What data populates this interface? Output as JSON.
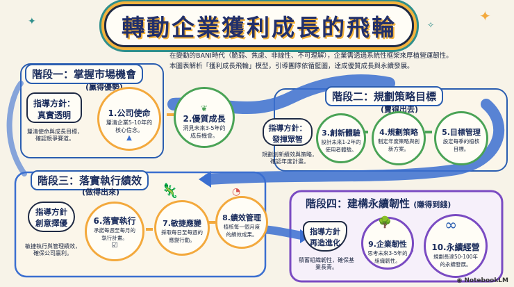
{
  "title": "轉動企業獲利成長的飛輪",
  "intro": {
    "line1": "在變動的BANI時代（脆弱、焦慮、非線性、不可理解），企業需透過系統性框架來厚植營運韌性。",
    "line2": "本圖表解析「獲利成長飛輪」模型，引導團隊依循藍圖，達成優質成長與永續發展。"
  },
  "stages": [
    {
      "title": "階段一：掌握市場機會",
      "subtitle": "(贏得優勢)"
    },
    {
      "title": "階段二：規劃策略目標",
      "subtitle": "(賣得出去)"
    },
    {
      "title": "階段三：落實執行績效",
      "subtitle": "(做得出來)"
    },
    {
      "title": "階段四：建構永續韌性",
      "subtitle": "(賺得到錢)"
    }
  ],
  "guides": [
    {
      "line1": "指導方針：",
      "line2": "真實透明",
      "note": "釐清使命與成長目標，確認競爭賽道。"
    },
    {
      "line1": "指導方針：",
      "line2": "發揮眾智",
      "note": "規劃創新績效與策略，確認年度計畫。"
    },
    {
      "line1": "指導方針",
      "line2": "創意擇優",
      "note": "敏捷執行與管理績效，確保公司贏利。"
    },
    {
      "line1": "指導方針",
      "line2": "再造進化",
      "note": "積蓄組織韌性，確保基業長青。"
    }
  ],
  "steps": [
    {
      "title": "1.公司使命",
      "desc": "釐清企業5-10年的核心信念。"
    },
    {
      "title": "2.優質成長",
      "desc": "洞見未來3-5年的成長機會。"
    },
    {
      "title": "3.創新體驗",
      "desc": "設計未來1-2年的使用者體驗。"
    },
    {
      "title": "4.規劃策略",
      "desc": "制定年度策略與創新方案。"
    },
    {
      "title": "5.目標管理",
      "desc": "設定每季的植核目標。"
    },
    {
      "title": "6.落實執行",
      "desc": "承諾每週至每月的執行計畫。"
    },
    {
      "title": "7.敏捷應變",
      "desc": "採取每日至每週的應變行動。"
    },
    {
      "title": "8.績效管理",
      "desc": "植核每一個月度的績效成果。"
    },
    {
      "title": "9.企業韌性",
      "desc": "思考未來3-5年的組織韌性。"
    },
    {
      "title": "10.永續經營",
      "desc": "規劃長達50-100年的永續發展。"
    }
  ],
  "logo": "NotebookLM",
  "colors": {
    "navy": "#1a2c5c",
    "flow_blue": "#3b6fd0",
    "accent_orange": "#f3a93d",
    "stage4_purple": "#7a4bc2",
    "green": "#4aa356",
    "teal": "#2f8f8c"
  }
}
